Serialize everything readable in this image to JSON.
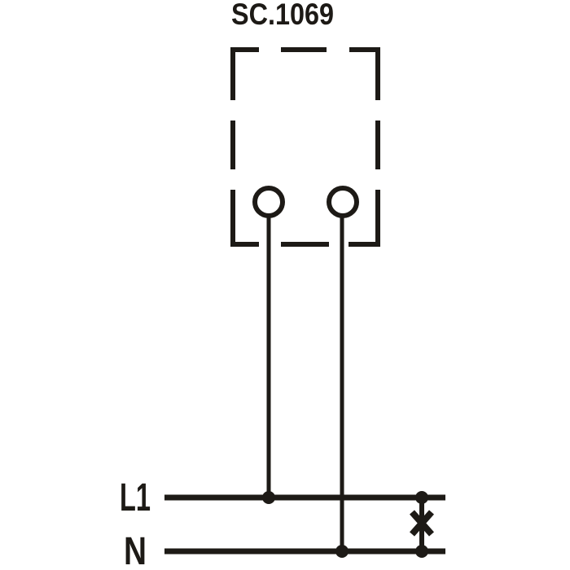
{
  "diagram": {
    "title": "SC.1069",
    "labels": {
      "line": "L1",
      "neutral": "N"
    },
    "colors": {
      "ink": "#1d1a16",
      "background": "#ffffff"
    },
    "symbols": {
      "device_outline": "dashed-box",
      "terminals": "circle-terminal-icon",
      "junctions": "filled-dot",
      "load": "x-cross-icon"
    }
  }
}
